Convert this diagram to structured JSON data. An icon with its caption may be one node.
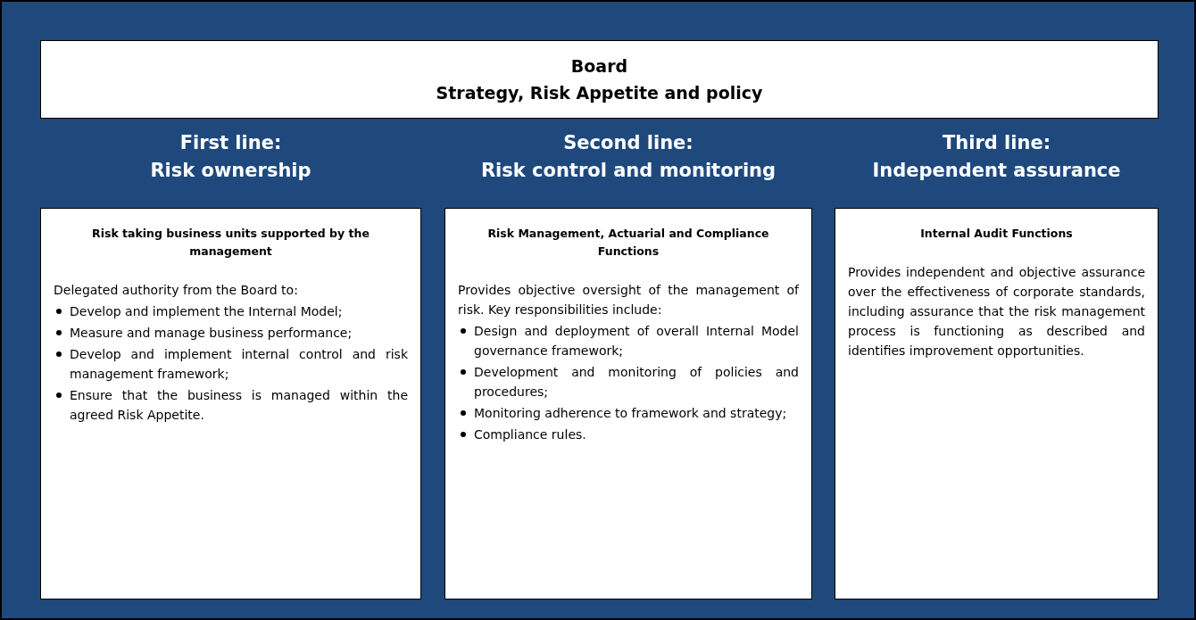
{
  "diagram": {
    "nodes": [
      {
        "text": [
          "Board",
          "Strategy, Risk Appetite and policy"
        ]
      },
      {
        "text": [
          "First line: Risk ownership",
          "Risk taking business units supported by the management",
          "Delegated authority from the Board to:",
          "Develop and implement the Internal Model;",
          "Measure and manage business performance;",
          "Develop and implement internal control and risk management framework;",
          "Ensure that the business is managed within the agreed Risk Appetite."
        ]
      },
      {
        "text": [
          "Second line: Risk control and monitoring",
          "Risk Management, Actuarial and Compliance Functions",
          "Provides objective oversight of the management of risk. Key responsibilities include:",
          "Design and deployment of overall Internal Model governance framework;",
          "Development and monitoring of policies and procedures;",
          "Monitoring adherence to framework and strategy;",
          "Compliance rules."
        ]
      },
      {
        "text": [
          "Third line: Independent assurance",
          "Internal Audit Functions",
          "Provides independent and objective assurance over the effectiveness of corporate standards, including assurance that the risk management process is functioning as described and identifies improvement opportunities."
        ]
      }
    ],
    "edges": []
  }
}
